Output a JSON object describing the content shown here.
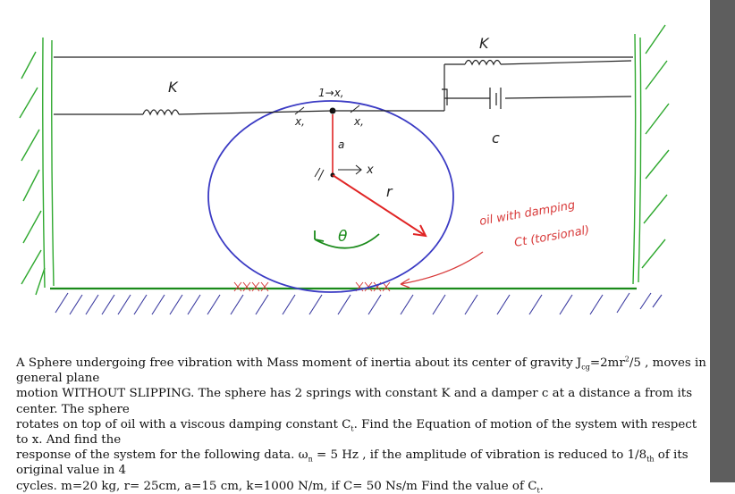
{
  "diagram": {
    "labels": {
      "spring_left": "K",
      "spring_right": "K",
      "damper": "c",
      "x1_top": "1→x,",
      "x1_left": "x,",
      "x1_right": "x,",
      "a": "a",
      "x_arrow": "x",
      "r": "r",
      "theta": "θ",
      "oil_line1": "oil with damping",
      "oil_line2": "Ct (torsional)",
      "friction": "XXXX"
    },
    "colors": {
      "sphere": "#3b3bc4",
      "ground": "#1a8a1a",
      "walls": "#2ea82e",
      "radius": "#e02424",
      "ink": "#111111",
      "rotation": "#1a8a1a",
      "friction": "#d83a3a"
    }
  },
  "problem": {
    "line1_a": "A Sphere undergoing free vibration with Mass moment of inertia  about its center of gravity J",
    "line1_sub": "cg",
    "line1_b": "=2mr",
    "line1_sup": "2",
    "line1_c": "/5 , moves in general plane",
    "line2": "motion WITHOUT SLIPPING. The sphere has 2 springs with constant K and a damper c at a distance a from its center. The sphere",
    "line3_a": "rotates on top of oil with a viscous damping constant C",
    "line3_sub": "t",
    "line3_b": ". Find the Equation of motion of the system with respect to x. And find the",
    "line4_a": "response of the system for the following data. ω",
    "line4_sub1": "n",
    "line4_b": " = 5 Hz , if the amplitude of vibration is reduced to 1/8",
    "line4_sub2": "th",
    "line4_c": " of its original value in 4",
    "line5_a": "cycles. m=20 kg, r= 25cm, a=15 cm, k=1000 N/m, if C= 50 Ns/m Find the value of C",
    "line5_sub": "t",
    "line5_b": "."
  }
}
